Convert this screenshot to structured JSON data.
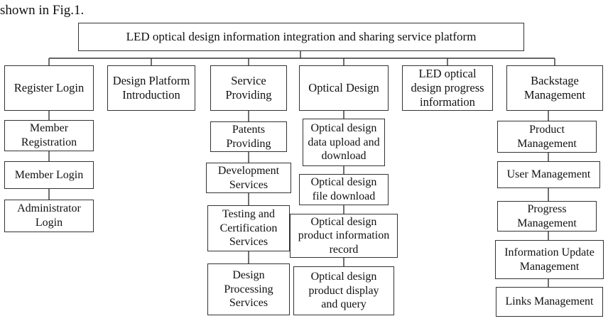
{
  "caption": "shown in Fig.1.",
  "root": "LED optical design information integration and sharing service platform",
  "modules": [
    {
      "label": "Register Login",
      "children": [
        "Member\nRegistration",
        "Member Login",
        "Administrator\nLogin"
      ]
    },
    {
      "label": "Design Platform\nIntroduction",
      "children": []
    },
    {
      "label": "Service\nProviding",
      "children": [
        "Patents\nProviding",
        "Development\nServices",
        "Testing and\nCertification\nServices",
        "Design\nProcessing\nServices"
      ]
    },
    {
      "label": "Optical Design",
      "children": [
        "Optical design\ndata upload and\ndownload",
        "Optical design\nfile download",
        "Optical design\nproduct information\nrecord",
        "Optical design\nproduct display\nand query"
      ]
    },
    {
      "label": "LED optical\ndesign progress\ninformation",
      "children": []
    },
    {
      "label": "Backstage\nManagement",
      "children": [
        "Product\nManagement",
        "User Management",
        "Progress\nManagement",
        "Information Update\nManagement",
        "Links Management"
      ]
    }
  ]
}
